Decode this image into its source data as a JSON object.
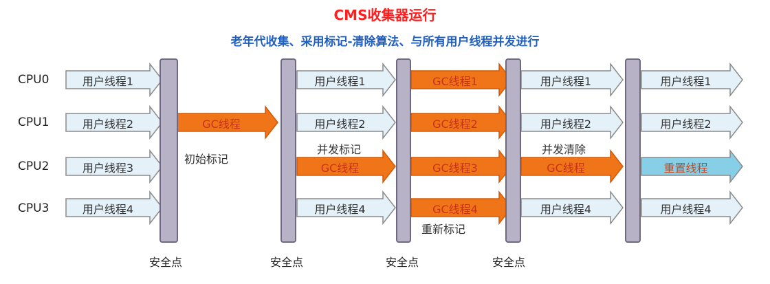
{
  "title": "CMS收集器运行",
  "subtitle": "老年代收集、采用标记-清除算法、与所有用户线程并发进行",
  "cpus": [
    "CPU0",
    "CPU1",
    "CPU2",
    "CPU3"
  ],
  "safepoint_label": "安全点",
  "phases": {
    "initial_mark": "初始标记",
    "concurrent_mark": "并发标记",
    "remark": "重新标记",
    "concurrent_sweep": "并发清除"
  },
  "segments": [
    {
      "name": "segment-1",
      "cells": [
        {
          "kind": "thread",
          "label": "用户线程1"
        },
        {
          "kind": "thread",
          "label": "用户线程2"
        },
        {
          "kind": "thread",
          "label": "用户线程3"
        },
        {
          "kind": "thread",
          "label": "用户线程4"
        }
      ]
    },
    {
      "name": "segment-2",
      "cells": [
        null,
        {
          "kind": "gc",
          "label": "GC线程"
        },
        null,
        null
      ]
    },
    {
      "name": "segment-3",
      "cells": [
        {
          "kind": "thread",
          "label": "用户线程1"
        },
        {
          "kind": "thread",
          "label": "用户线程2"
        },
        {
          "kind": "gc",
          "label": "GC线程"
        },
        {
          "kind": "thread",
          "label": "用户线程4"
        }
      ]
    },
    {
      "name": "segment-4",
      "cells": [
        {
          "kind": "gc",
          "label": "GC线程1"
        },
        {
          "kind": "gc",
          "label": "GC线程2"
        },
        {
          "kind": "gc",
          "label": "GC线程3"
        },
        {
          "kind": "gc",
          "label": "GC线程4"
        }
      ]
    },
    {
      "name": "segment-5",
      "cells": [
        {
          "kind": "thread",
          "label": "用户线程1"
        },
        {
          "kind": "thread",
          "label": "用户线程2"
        },
        {
          "kind": "gc",
          "label": "GC线程"
        },
        {
          "kind": "thread",
          "label": "用户线程4"
        }
      ]
    },
    {
      "name": "segment-6",
      "cells": [
        {
          "kind": "thread",
          "label": "用户线程1"
        },
        {
          "kind": "thread",
          "label": "用户线程2"
        },
        {
          "kind": "pause",
          "label": "重置线程"
        },
        {
          "kind": "thread",
          "label": "用户线程4"
        }
      ]
    }
  ],
  "colors": {
    "thread_fill": "#e4f1f8",
    "thread_stroke": "#8a8a8a",
    "gc_fill": "#f07418",
    "gc_stroke": "#d05a08",
    "pause_fill": "#86cfe6",
    "safepoint_fill": "#b8b2c6",
    "safepoint_stroke": "#6e6880"
  }
}
